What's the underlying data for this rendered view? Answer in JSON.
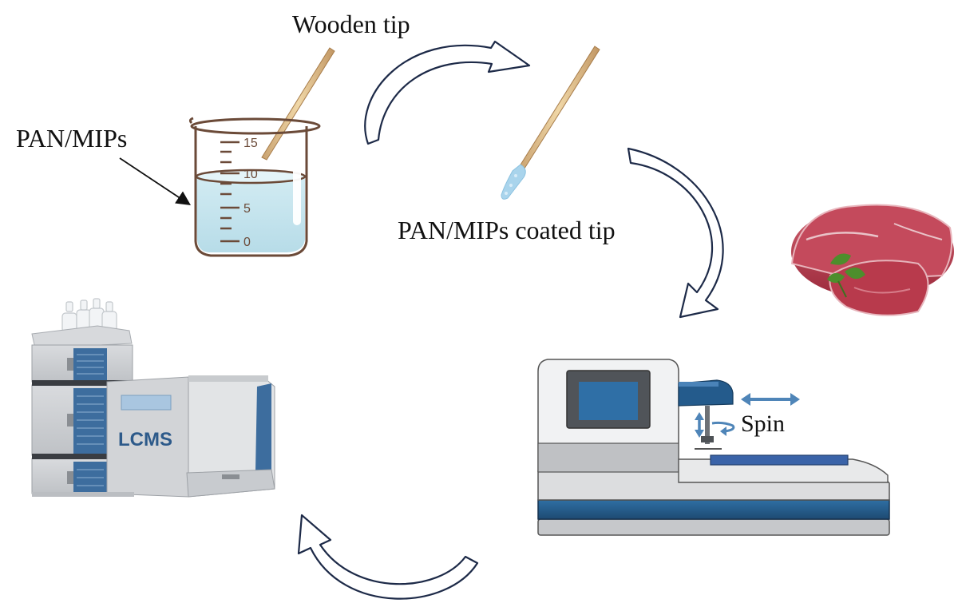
{
  "labels": {
    "wooden_tip": "Wooden tip",
    "pan_mips": "PAN/MIPs",
    "coated_tip": "PAN/MIPs coated tip",
    "spin": "Spin",
    "lcms": "LCMS"
  },
  "beaker": {
    "scale_marks": [
      "15",
      "10",
      "5",
      "0"
    ]
  },
  "colors": {
    "arrow_outline": "#1d2a48",
    "liquid": "#c5e6ef",
    "beaker_outline": "#6b4a38",
    "instrument_blue": "#3d6d9e",
    "device_blue": "#245b8c",
    "meat": "#b83a4c",
    "coating": "#a9d4ec"
  }
}
